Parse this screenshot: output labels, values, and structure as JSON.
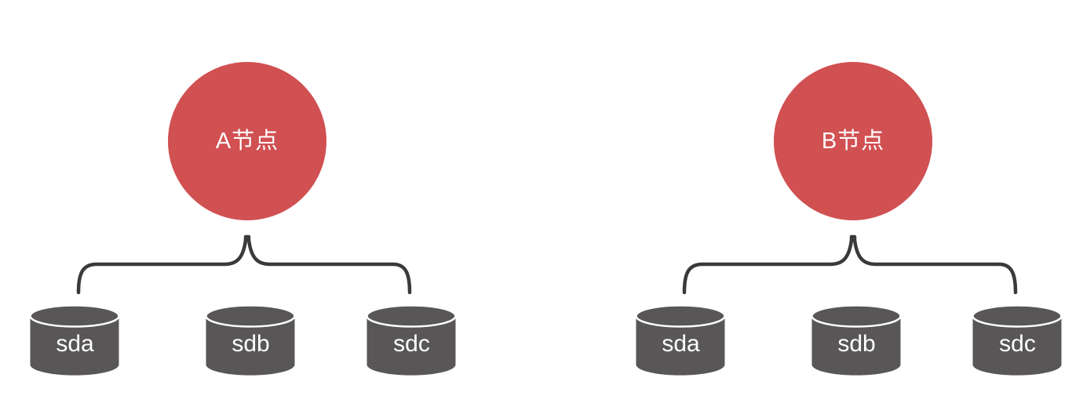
{
  "colors": {
    "page-bg": "#ffffff",
    "node-fill": "#d15052",
    "disk-fill": "#595657",
    "brace-stroke": "#3a3a3c",
    "label-color": "#ffffff"
  },
  "groups": [
    {
      "node_label": "A节点",
      "disks": [
        {
          "label": "sda"
        },
        {
          "label": "sdb"
        },
        {
          "label": "sdc"
        }
      ]
    },
    {
      "node_label": "B节点",
      "disks": [
        {
          "label": "sda"
        },
        {
          "label": "sdb"
        },
        {
          "label": "sdc"
        }
      ]
    }
  ]
}
